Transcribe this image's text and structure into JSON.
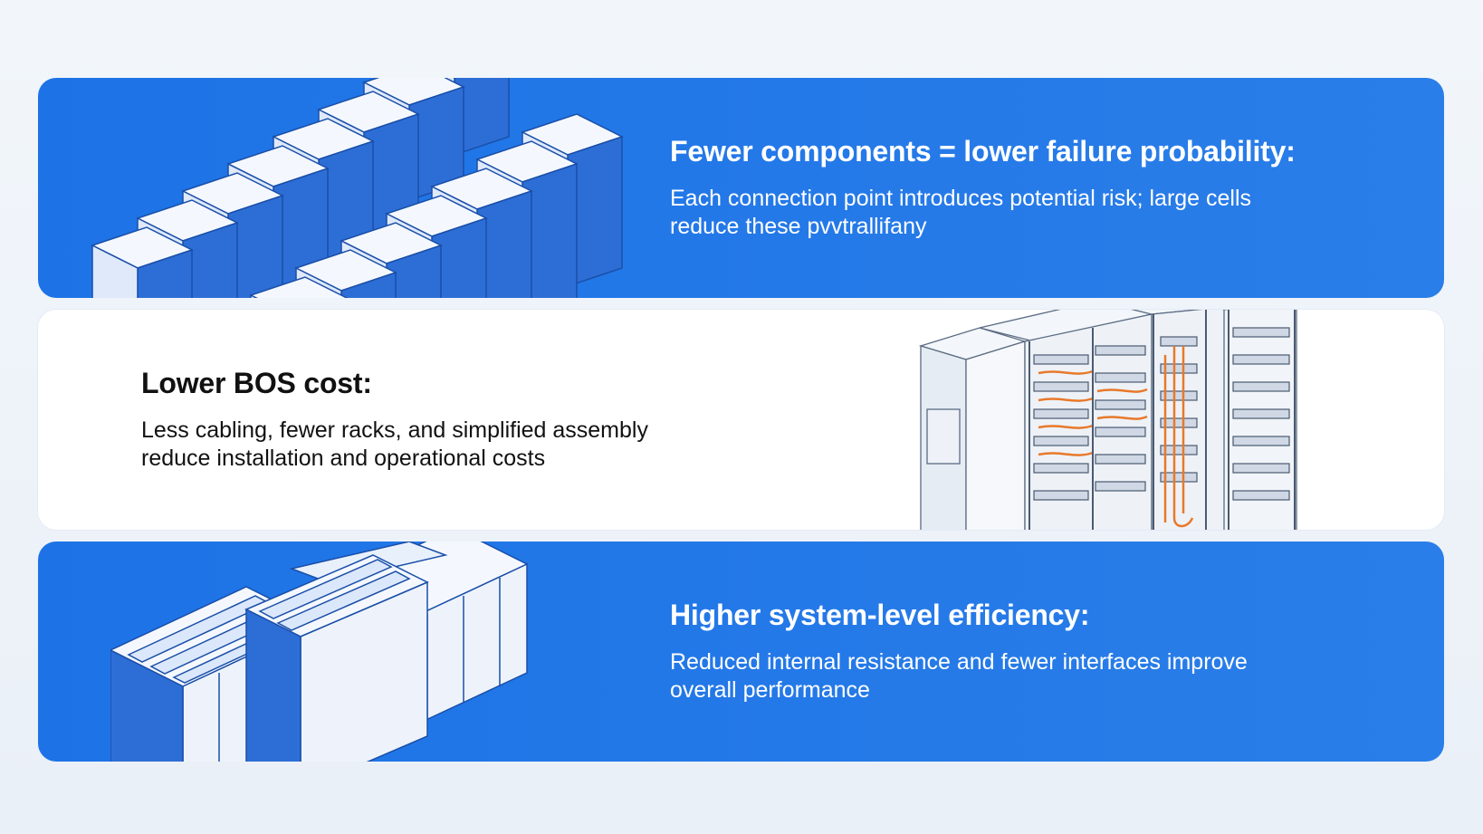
{
  "sections": [
    {
      "heading": "Fewer components = lower failure probability:",
      "body_line1": "Each connection point introduces potential risk; large cells",
      "body_line2": "reduce these pvvtrallifany"
    },
    {
      "heading": "Lower BOS cost:",
      "body_line1": "Less cabling, fewer racks, and simplified assembly",
      "body_line2": "reduce installation and operational costs"
    },
    {
      "heading": "Higher system-level efficiency:",
      "body_line1": "Reduced internal resistance and fewer interfaces improve",
      "body_line2": "overall performance"
    }
  ],
  "icons": {
    "section1": "battery-cell-stack-icon",
    "section2": "battery-rack-cabinet-icon",
    "section3": "large-battery-module-icon"
  },
  "colors": {
    "panel_blue": "#1d73e6",
    "panel_white": "#ffffff",
    "cable_orange": "#e8792a"
  }
}
